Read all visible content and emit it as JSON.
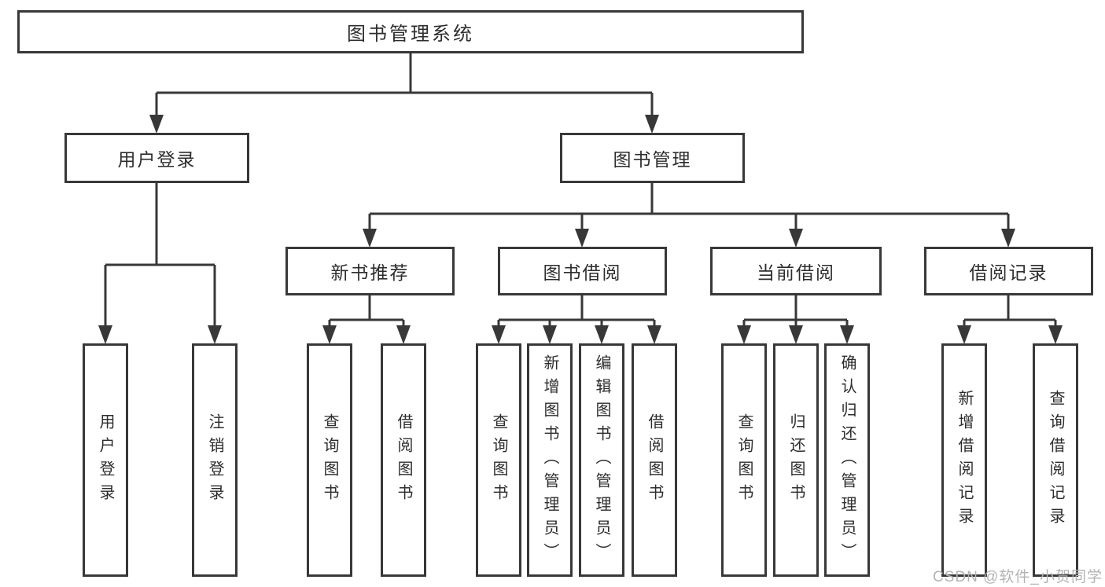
{
  "tree": {
    "label": "图书管理系统",
    "children": [
      {
        "label": "用户登录",
        "children": [
          {
            "label": "用户登录"
          },
          {
            "label": "注销登录"
          }
        ]
      },
      {
        "label": "图书管理",
        "children": [
          {
            "label": "新书推荐",
            "children": [
              {
                "label": "查询图书"
              },
              {
                "label": "借阅图书"
              }
            ]
          },
          {
            "label": "图书借阅",
            "children": [
              {
                "label": "查询图书"
              },
              {
                "label": "新增图书（管理员）"
              },
              {
                "label": "编辑图书（管理员）"
              },
              {
                "label": "借阅图书"
              }
            ]
          },
          {
            "label": "当前借阅",
            "children": [
              {
                "label": "查询图书"
              },
              {
                "label": "归还图书"
              },
              {
                "label": "确认归还（管理员）"
              }
            ]
          },
          {
            "label": "借阅记录",
            "children": [
              {
                "label": "新增借阅记录"
              },
              {
                "label": "查询借阅记录"
              }
            ]
          }
        ]
      }
    ]
  },
  "watermark": {
    "text": "CSDN @软件_小贺同学"
  },
  "colors": {
    "line": "#383838",
    "box_border": "#383838",
    "text": "#2d2d2d",
    "watermark": "#b3b3b3",
    "background": "#ffffff"
  }
}
